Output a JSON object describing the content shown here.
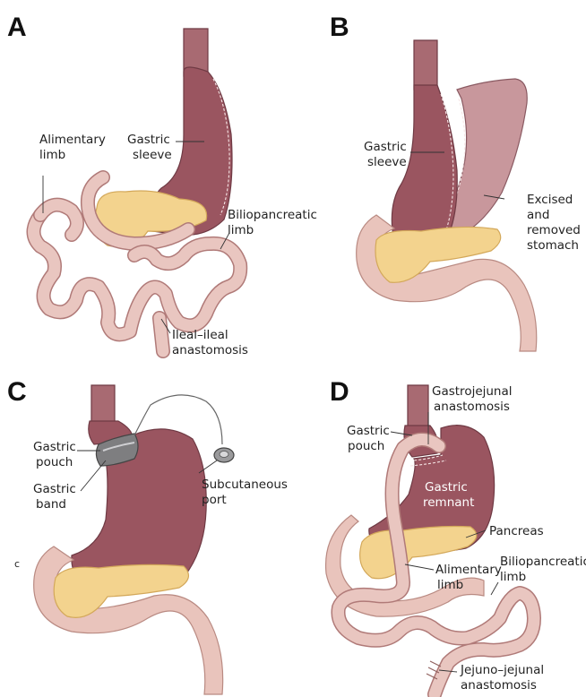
{
  "panels": {
    "a": {
      "letter": "A",
      "labels": {
        "alimentary_limb_1": "Alimentary",
        "alimentary_limb_2": "limb",
        "gastric_sleeve_1": "Gastric",
        "gastric_sleeve_2": "sleeve",
        "biliopancreatic_1": "Biliopancreatic",
        "biliopancreatic_2": "limb",
        "ileal_1": "Ileal–ileal",
        "ileal_2": "anastomosis"
      }
    },
    "b": {
      "letter": "B",
      "labels": {
        "gastric_sleeve_1": "Gastric",
        "gastric_sleeve_2": "sleeve",
        "excised_1": "Excised",
        "excised_2": "and",
        "excised_3": "removed",
        "excised_4": "stomach"
      }
    },
    "c": {
      "letter": "C",
      "labels": {
        "gastric_pouch_1": "Gastric",
        "gastric_pouch_2": "pouch",
        "gastric_band_1": "Gastric",
        "gastric_band_2": "band",
        "port_1": "Subcutaneous",
        "port_2": "port",
        "stray": "c"
      }
    },
    "d": {
      "letter": "D",
      "labels": {
        "gastrojejunal_1": "Gastrojejunal",
        "gastrojejunal_2": "anastomosis",
        "gastric_pouch_1": "Gastric",
        "gastric_pouch_2": "pouch",
        "gastric_remnant_1": "Gastric",
        "gastric_remnant_2": "remnant",
        "pancreas": "Pancreas",
        "alimentary_1": "Alimentary",
        "alimentary_2": "limb",
        "biliopancreatic_1": "Biliopancreatic",
        "biliopancreatic_2": "limb",
        "jejuno_1": "Jejuno–jejunal",
        "jejuno_2": "anastomosis"
      }
    }
  },
  "colors": {
    "stomach": "#9a5560",
    "stomach_light": "#c8979c",
    "intestine": "#e9c6c0",
    "pancreas": "#f3d38e"
  }
}
